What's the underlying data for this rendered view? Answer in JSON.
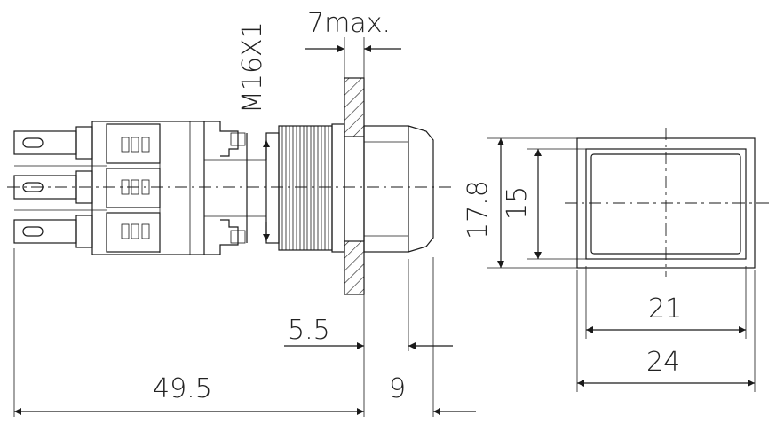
{
  "dimensions": {
    "panel_max": "7max.",
    "thread": "M16X1",
    "body_length": "49.5",
    "front_length": "9",
    "bezel_offset": "5.5",
    "outer_height": "17.8",
    "inner_height": "15",
    "inner_width": "21",
    "outer_width": "24"
  },
  "colors": {
    "line": "#1a1a1a",
    "background": "#ffffff"
  }
}
